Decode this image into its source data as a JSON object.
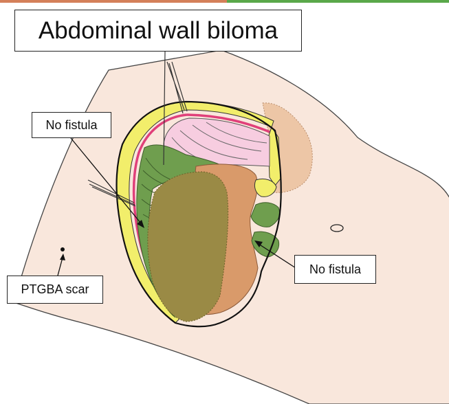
{
  "title": "Abdominal wall biloma",
  "labels": {
    "fistula_left": "No fistula",
    "fistula_right": "No fistula",
    "scar": "PTGBA scar"
  },
  "colors": {
    "skin": "#f9e7dc",
    "skin_outline": "#444444",
    "top_bar_left": "#d4805a",
    "top_bar_right": "#5aa84a",
    "subcutaneous_fat": "#f2ee6b",
    "fascia_red": "#e0407a",
    "peritoneum_pink": "#f7cde0",
    "muscle_green": "#6f9e4e",
    "biloma_olive": "#9a8a45",
    "liver_orange": "#d99a6a",
    "stomach_tan": "#edc6a6"
  }
}
